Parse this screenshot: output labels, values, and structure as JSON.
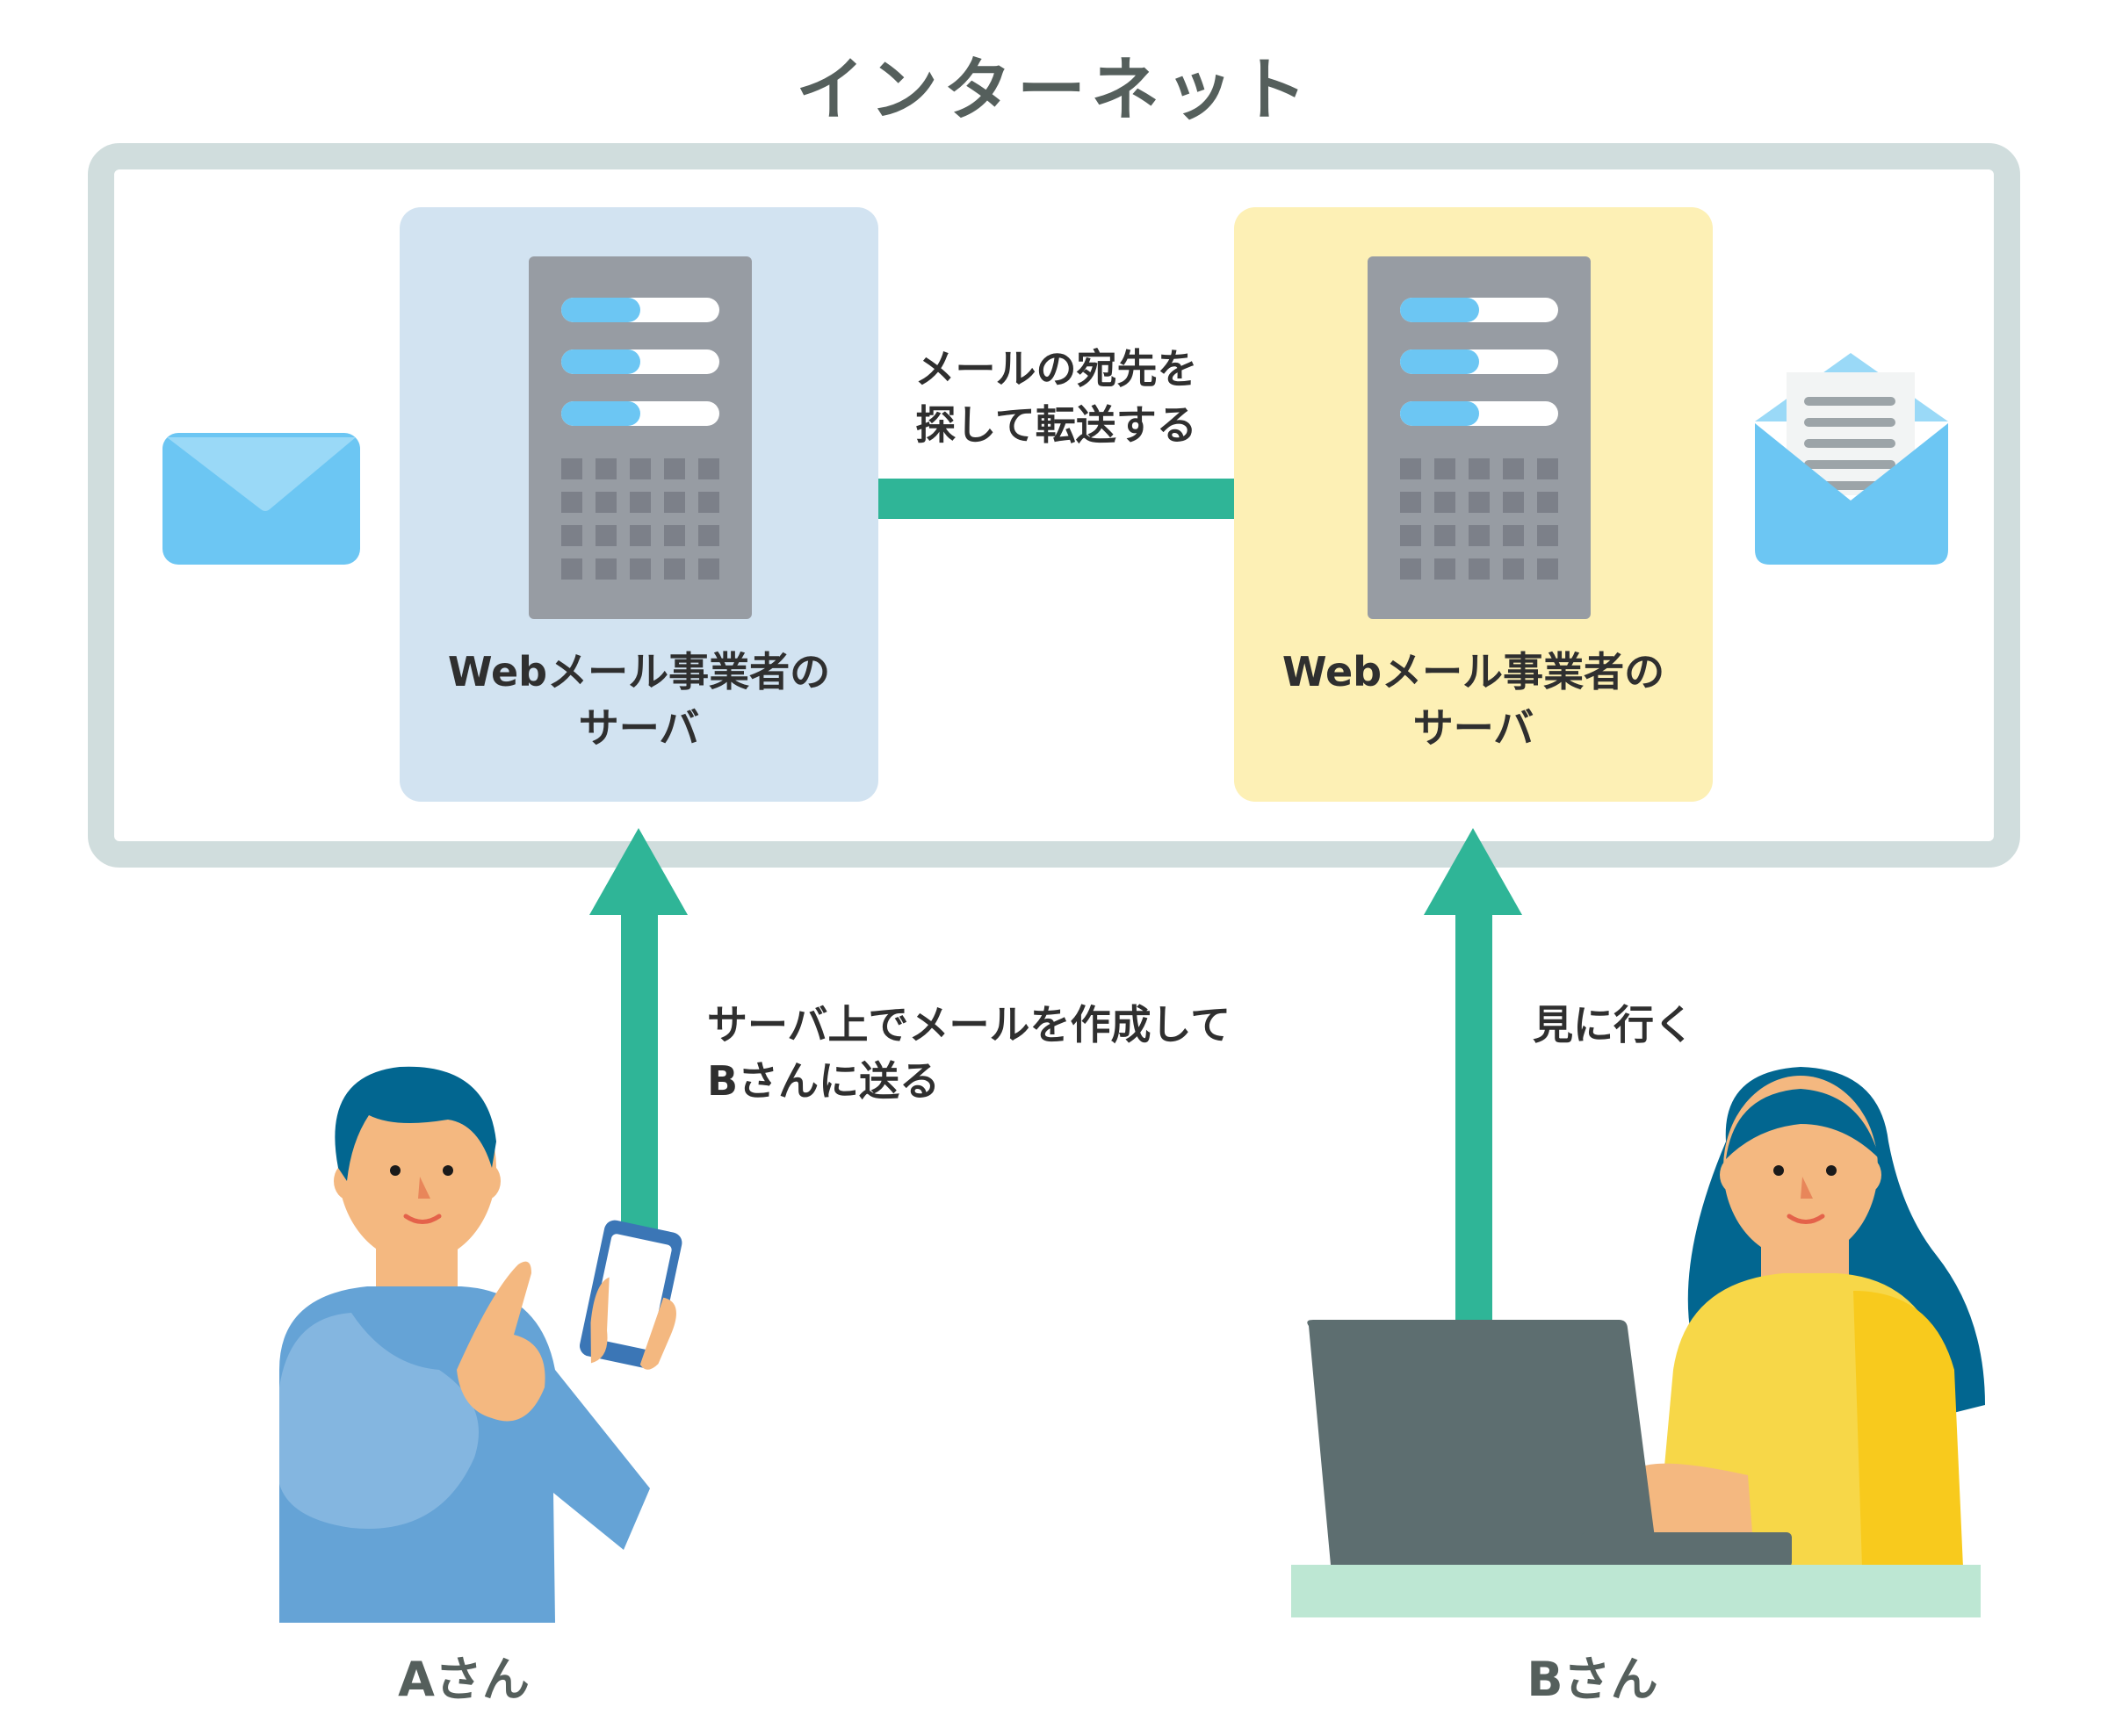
{
  "title": "インターネット",
  "server_a": {
    "label_line1": "Webメール事業者の",
    "label_line2": "サーバ"
  },
  "server_b": {
    "label_line1": "Webメール事業者の",
    "label_line2": "サーバ"
  },
  "transfer": {
    "line1": "メールの宛先を",
    "line2": "探して転送する"
  },
  "person_a": {
    "label": "Aさん",
    "note_line1": "サーバ上でメールを作成して",
    "note_line2": "Bさんに送る"
  },
  "person_b": {
    "label": "Bさん",
    "note": "見に行く"
  },
  "colors": {
    "frame": "#d0dddd",
    "server_a_bg": "#d2e3f1",
    "server_b_bg": "#fdf0b5",
    "arrow": "#2fb597"
  },
  "icons": [
    "closed-envelope-icon",
    "open-envelope-letter-icon",
    "server-rack-icon",
    "smartphone-icon",
    "laptop-icon"
  ]
}
